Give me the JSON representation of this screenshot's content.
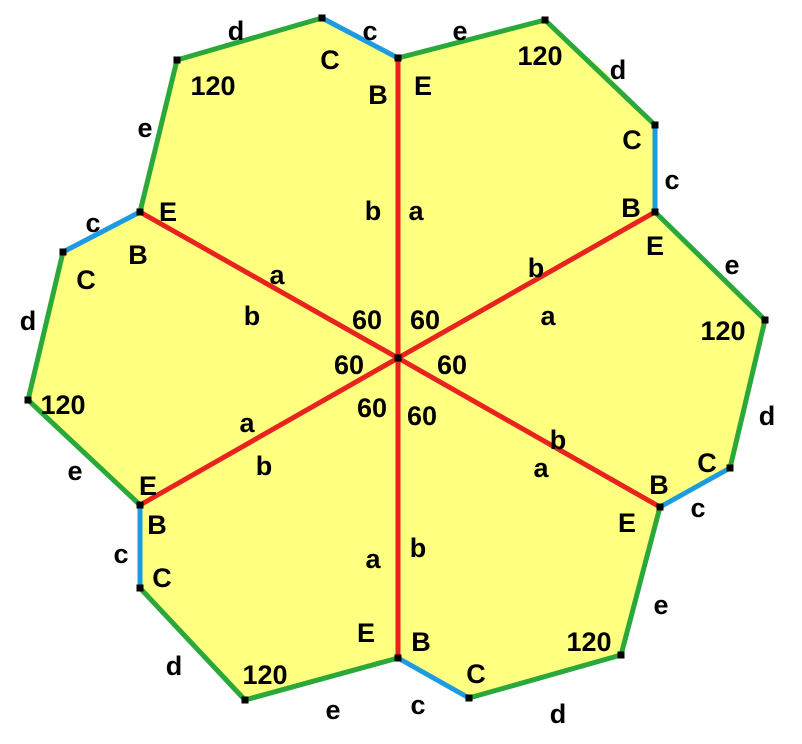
{
  "colors": {
    "fill": "#ffff80",
    "red_edge": "#e8231e",
    "green_edge": "#2aa83a",
    "blue_edge": "#1e9be0",
    "vertex": "#000000"
  },
  "labels": {
    "a": "a",
    "b": "b",
    "c": "c",
    "d": "d",
    "e": "e",
    "B": "B",
    "C": "C",
    "E": "E",
    "angle60": "60",
    "angle120": "120"
  }
}
